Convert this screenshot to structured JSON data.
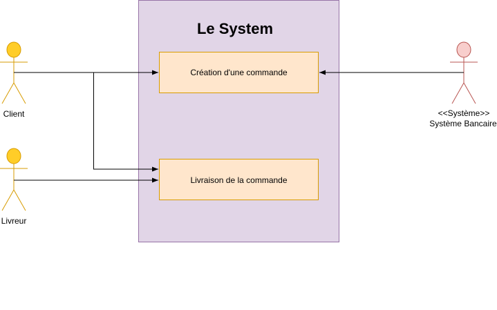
{
  "system": {
    "title": "Le System",
    "fill": "#e1d5e7",
    "stroke": "#9673a6"
  },
  "use_cases": [
    {
      "label": "Création d'une commande"
    },
    {
      "label": "Livraison de la commande"
    }
  ],
  "actors": {
    "client": {
      "label": "Client",
      "fill": "#ffcd28",
      "stroke": "#d79b00"
    },
    "livreur": {
      "label": "Livreur",
      "fill": "#ffcd28",
      "stroke": "#d79b00"
    },
    "bank": {
      "stereotype": "<<Système>>",
      "label": "Système Bancaire",
      "fill": "#f8cecc",
      "stroke": "#b85450"
    }
  },
  "use_case_style": {
    "fill": "#ffe6cc",
    "stroke": "#d79b00"
  }
}
